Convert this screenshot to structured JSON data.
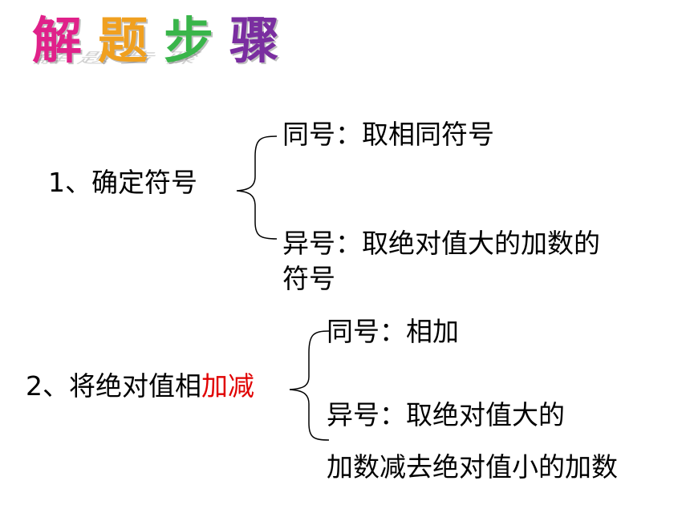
{
  "title": {
    "text": "解题步骤",
    "chars": [
      "解",
      "题",
      "步",
      "骤"
    ],
    "colors": [
      "#e0218a",
      "#f0a020",
      "#39b54a",
      "#7a2ea0"
    ]
  },
  "step1": {
    "label": "1、确定符号",
    "same_sign": "同号：取相同符号",
    "diff_sign_line1": "异号：取绝对值大的加数的",
    "diff_sign_line2": "符号"
  },
  "step2": {
    "label_prefix": "2、将绝对值相",
    "label_highlight": "加减",
    "same_sign": "同号：相加",
    "diff_sign_line1": "异号：取绝对值大的",
    "diff_sign_line2": "加数减去绝对值小的加数"
  },
  "colors": {
    "highlight": "#e00000",
    "text": "#000000"
  }
}
